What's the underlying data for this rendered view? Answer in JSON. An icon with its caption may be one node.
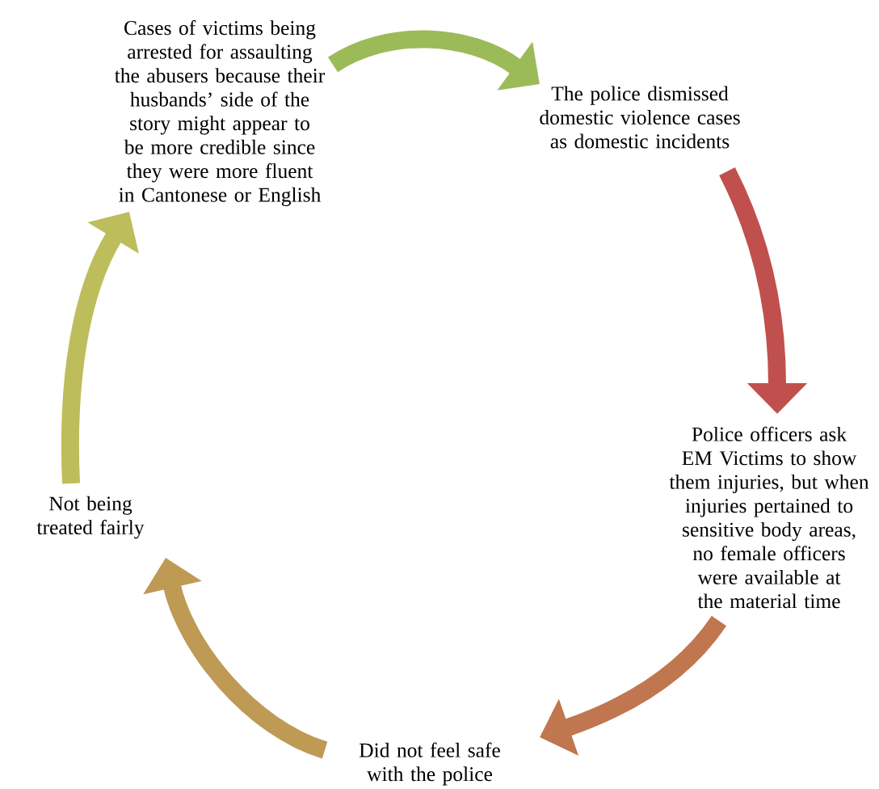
{
  "diagram": {
    "nodes": [
      {
        "text": [
          "Cases of victims being arrested for assaulting the abusers because their husbands’ side of the story might appear to be more credible since they were more fluent in Cantonese or English"
        ]
      },
      {
        "text": [
          "The police dismissed domestic violence cases as domestic incidents"
        ]
      },
      {
        "text": [
          "Police officers ask EM Victims to show them injuries, but when injuries pertained to sensitive body areas, no female officers were available at the material time"
        ]
      },
      {
        "text": [
          "Did not feel safe with the police"
        ]
      },
      {
        "text": [
          "Not being treated fairly"
        ]
      }
    ],
    "edges": [
      {
        "from": 0,
        "to": 1,
        "arrow": "to",
        "color": "#9bbb59"
      },
      {
        "from": 1,
        "to": 2,
        "arrow": "to",
        "color": "#c0504d"
      },
      {
        "from": 2,
        "to": 3,
        "arrow": "to",
        "color": "#c0764f"
      },
      {
        "from": 3,
        "to": 4,
        "arrow": "to",
        "color": "#be9a55"
      },
      {
        "from": 4,
        "to": 0,
        "arrow": "to",
        "color": "#bdbd5b"
      }
    ]
  }
}
